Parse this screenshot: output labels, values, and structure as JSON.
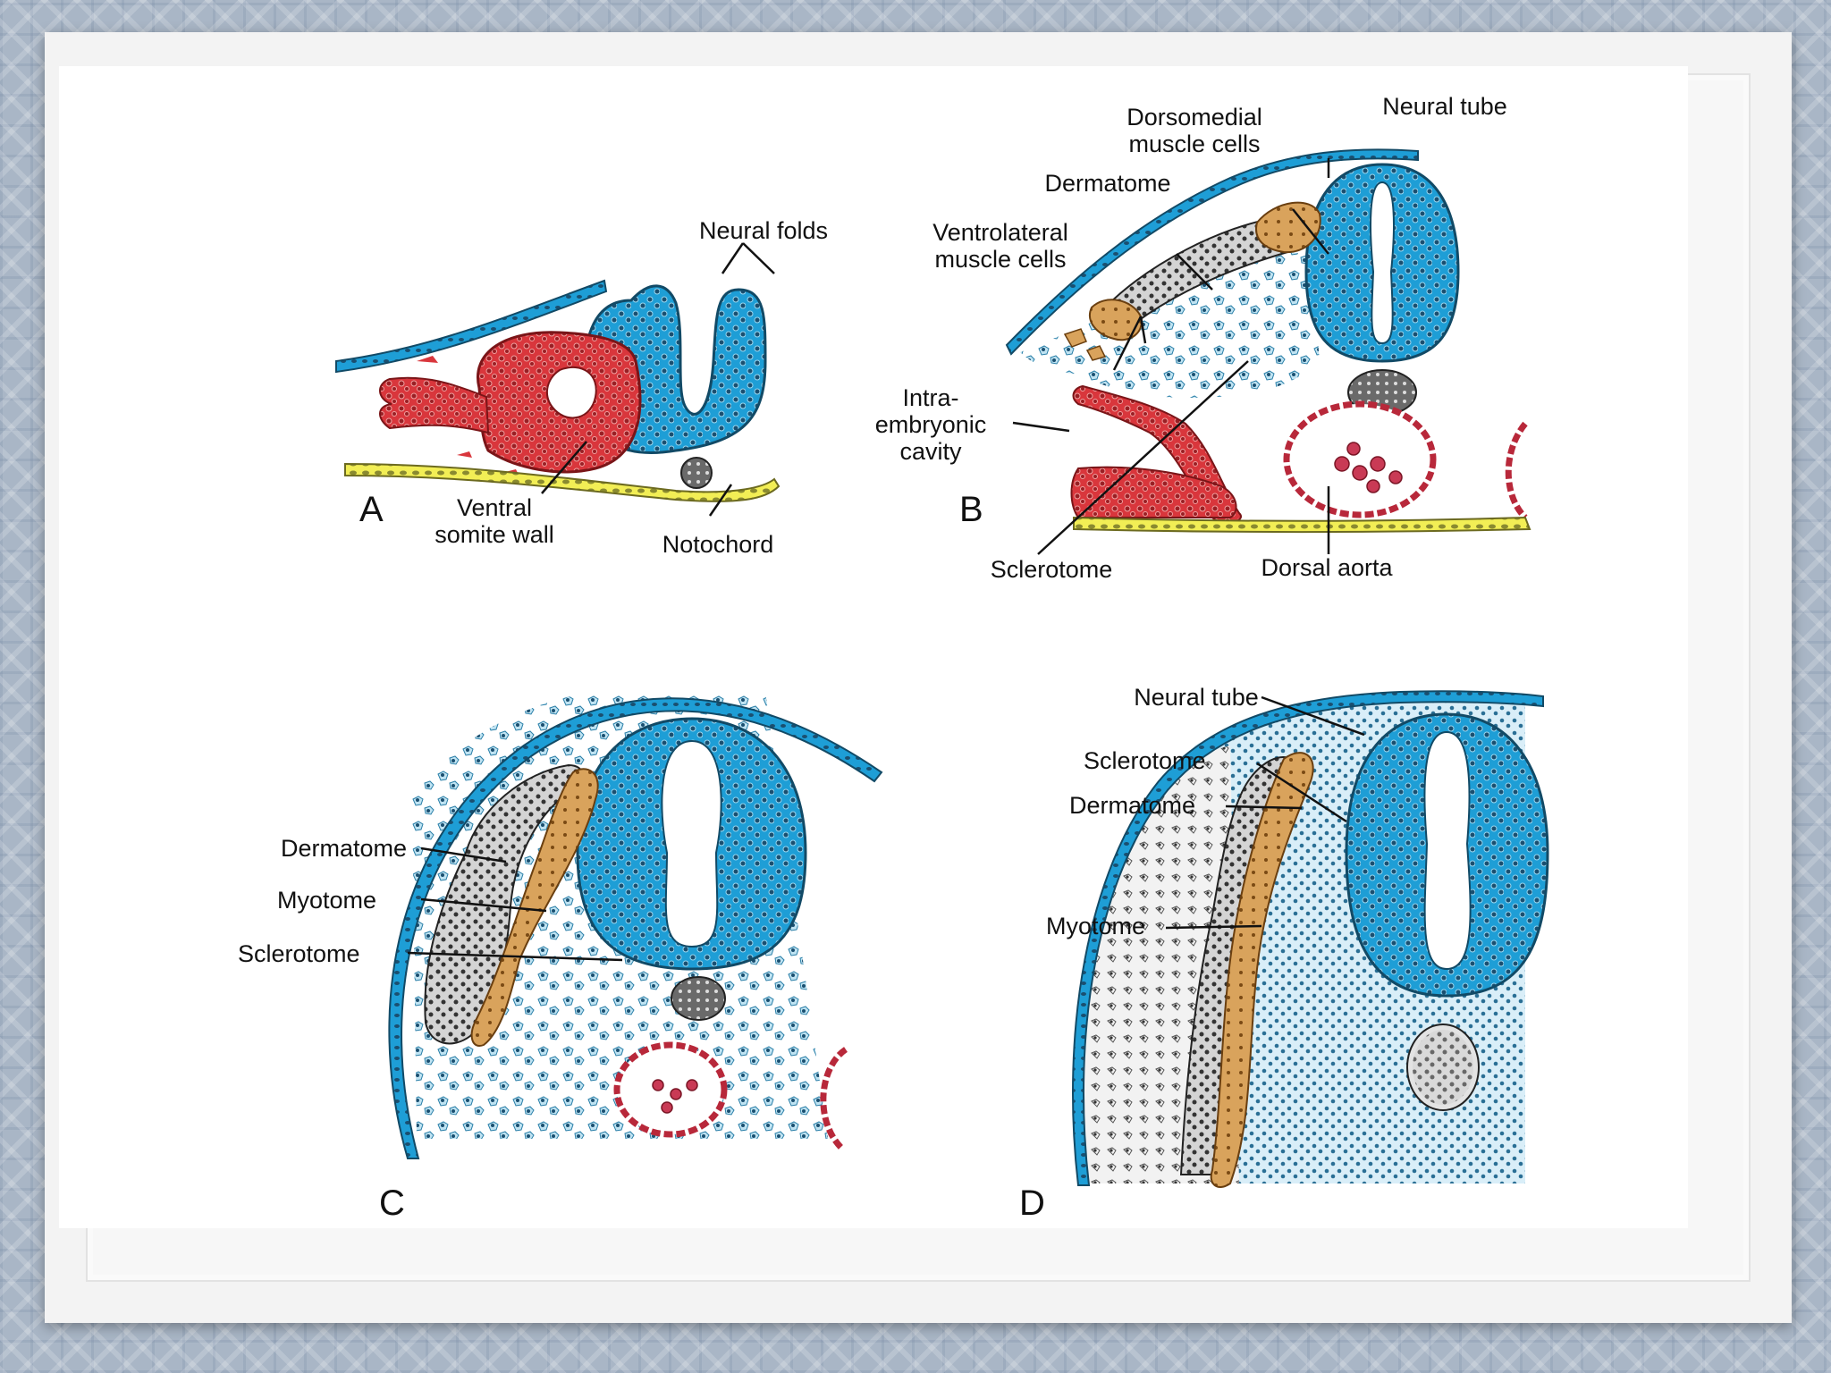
{
  "panels": {
    "A": {
      "letter": "A",
      "neural_folds": "Neural folds",
      "ventral_somite_wall_1": "Ventral",
      "ventral_somite_wall_2": "somite wall",
      "notochord": "Notochord"
    },
    "B": {
      "letter": "B",
      "dorsomedial_1": "Dorsomedial",
      "dorsomedial_2": "muscle cells",
      "neural_tube": "Neural tube",
      "dermatome": "Dermatome",
      "ventrolateral_1": "Ventrolateral",
      "ventrolateral_2": "muscle cells",
      "intra_1": "Intra-",
      "intra_2": "embryonic",
      "intra_3": "cavity",
      "sclerotome": "Sclerotome",
      "dorsal_aorta": "Dorsal aorta"
    },
    "C": {
      "letter": "C",
      "dermatome": "Dermatome",
      "myotome": "Myotome",
      "sclerotome": "Sclerotome"
    },
    "D": {
      "letter": "D",
      "neural_tube": "Neural tube",
      "sclerotome": "Sclerotome",
      "dermatome": "Dermatome",
      "myotome": "Myotome"
    }
  },
  "colors": {
    "ectoderm_blue": "#1e9ed6",
    "neural_blue": "#1e9ed6",
    "somite_red": "#d9363c",
    "muscle_orange": "#d9a35c",
    "dermatome_gray": "#d0d0d0",
    "mesenchyme_light_blue": "#bfe3f2",
    "endoderm_yellow": "#f2ee55",
    "notochord_gray": "#6a6a6a",
    "aorta_red": "#b8283a"
  }
}
